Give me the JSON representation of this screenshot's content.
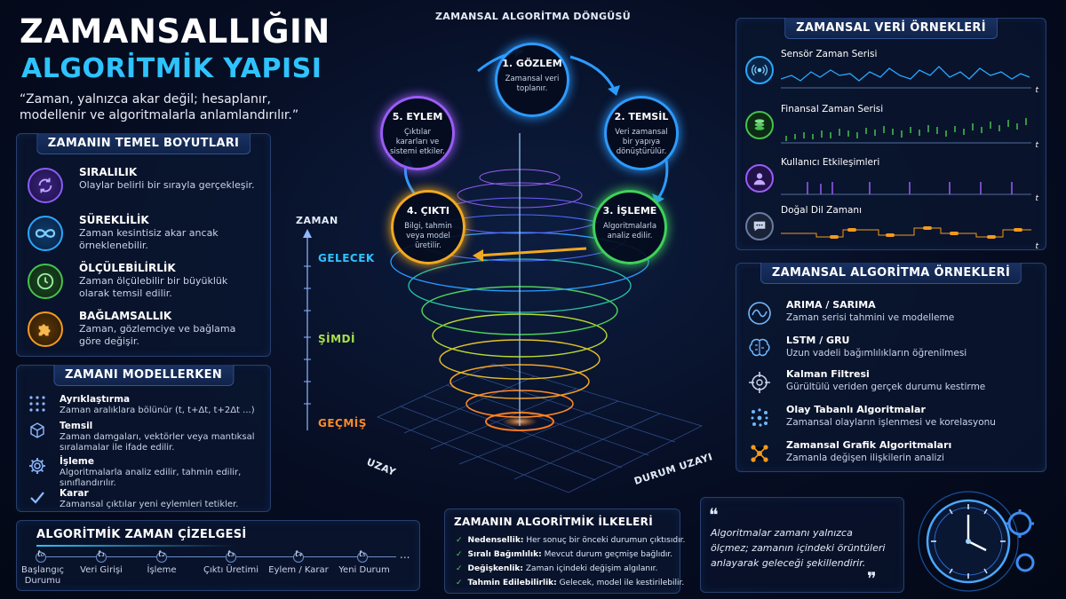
{
  "header": {
    "title_line1": "ZAMANSALLIĞIN",
    "title_line2": "ALGORİTMİK YAPISI",
    "subtitle": "“Zaman, yalnızca akar değil; hesaplanır, modellenir ve algoritmalarla anlamlandırılır.”"
  },
  "dimensions": {
    "heading": "ZAMANIN TEMEL BOYUTLARI",
    "items": [
      {
        "title": "SIRALILIK",
        "desc": "Olaylar belirli bir sırayla gerçekleşir.",
        "icon": "cycle-icon",
        "color": "#8a5cf6"
      },
      {
        "title": "SÜREKLİLİK",
        "desc": "Zaman kesintisiz akar ancak örneklenebilir.",
        "icon": "infinity-icon",
        "color": "#2aa7ff"
      },
      {
        "title": "ÖLÇÜLEBİLİRLİK",
        "desc": "Zaman ölçülebilir bir büyüklük olarak temsil edilir.",
        "icon": "clock-icon",
        "color": "#45c24e"
      },
      {
        "title": "BAĞLAMSALLIK",
        "desc": "Zaman, gözlemciye ve bağlama göre değişir.",
        "icon": "puzzle-icon",
        "color": "#f39a1e"
      }
    ]
  },
  "modeling": {
    "heading": "ZAMANI MODELLERKEN",
    "items": [
      {
        "title": "Ayrıklaştırma",
        "desc": "Zaman aralıklara bölünür (t, t+Δt, t+2Δt ...)",
        "icon": "grid-dots-icon"
      },
      {
        "title": "Temsil",
        "desc": "Zaman damgaları, vektörler veya mantıksal sıralamalar ile ifade edilir.",
        "icon": "cube-icon"
      },
      {
        "title": "İşleme",
        "desc": "Algoritmalarla analiz edilir, tahmin edilir, sınıflandırılır.",
        "icon": "gear-icon"
      },
      {
        "title": "Karar",
        "desc": "Zamansal çıktılar yeni eylemleri tetikler.",
        "icon": "checkmark-icon"
      }
    ]
  },
  "timeline": {
    "heading": "ALGORİTMİK ZAMAN ÇİZELGESİ",
    "nodes": [
      {
        "t": "t₀",
        "label": "Başlangıç Durumu"
      },
      {
        "t": "t₁",
        "label": "Veri Girişi"
      },
      {
        "t": "t₂",
        "label": "İşleme"
      },
      {
        "t": "t₃",
        "label": "Çıktı Üretimi"
      },
      {
        "t": "t₄",
        "label": "Eylem / Karar"
      },
      {
        "t": "t₅",
        "label": "Yeni Durum"
      }
    ],
    "ellipsis": "..."
  },
  "cycle": {
    "heading": "ZAMANSAL ALGORİTMA DÖNGÜSÜ",
    "steps": [
      {
        "title": "1. GÖZLEM",
        "desc": "Zamansal veri toplanır.",
        "color": "#2c9bff"
      },
      {
        "title": "2. TEMSİL",
        "desc": "Veri zamansal bir yapıya dönüştürülür.",
        "color": "#2c9bff"
      },
      {
        "title": "3. İŞLEME",
        "desc": "Algoritmalarla analiz edilir.",
        "color": "#3fd25b"
      },
      {
        "title": "4. ÇIKTI",
        "desc": "Bilgi, tahmin veya model üretilir.",
        "color": "#f2a91f"
      },
      {
        "title": "5. EYLEM",
        "desc": "Çıktılar kararları ve sistemi etkiler.",
        "color": "#9b5cf6"
      }
    ]
  },
  "axes": {
    "time": "ZAMAN",
    "future": "GELECEK",
    "present": "ŞİMDİ",
    "past": "GEÇMİŞ",
    "space": "UZAY",
    "state_space": "DURUM UZAYI"
  },
  "data_examples": {
    "heading": "ZAMANSAL VERİ ÖRNEKLERİ",
    "items": [
      {
        "title": "Sensör Zaman Serisi",
        "icon": "sensor-icon",
        "color": "#2aa7ff"
      },
      {
        "title": "Finansal Zaman Serisi",
        "icon": "coins-icon",
        "color": "#45c24e"
      },
      {
        "title": "Kullanıcı Etkileşimleri",
        "icon": "user-icon",
        "color": "#9b5cf6"
      },
      {
        "title": "Doğal Dil Zamanı",
        "icon": "chat-icon",
        "color": "#f39a1e"
      }
    ],
    "t_label": "t"
  },
  "algo_examples": {
    "heading": "ZAMANSAL ALGORİTMA ÖRNEKLERİ",
    "items": [
      {
        "title": "ARIMA / SARIMA",
        "desc": "Zaman serisi tahmini ve modelleme",
        "icon": "wave-icon"
      },
      {
        "title": "LSTM / GRU",
        "desc": "Uzun vadeli bağımlılıkların öğrenilmesi",
        "icon": "brain-icon"
      },
      {
        "title": "Kalman Filtresi",
        "desc": "Gürültülü veriden gerçek durumu kestirme",
        "icon": "crosshair-icon"
      },
      {
        "title": "Olay Tabanlı Algoritmalar",
        "desc": "Zamansal olayların işlenmesi ve korelasyonu",
        "icon": "event-dots-icon"
      },
      {
        "title": "Zamansal Grafik Algoritmaları",
        "desc": "Zamanla değişen ilişkilerin analizi",
        "icon": "graph-icon"
      }
    ]
  },
  "principles": {
    "heading": "ZAMANIN ALGORİTMİK İLKELERİ",
    "items": [
      {
        "term": "Nedensellik:",
        "text": "Her sonuç bir önceki durumun çıktısıdır."
      },
      {
        "term": "Sıralı Bağımlılık:",
        "text": "Mevcut durum geçmişe bağlıdır."
      },
      {
        "term": "Değişkenlik:",
        "text": "Zaman içindeki değişim algılanır."
      },
      {
        "term": "Tahmin Edilebilirlik:",
        "text": "Gelecek, model ile kestirilebilir."
      }
    ]
  },
  "quote": {
    "open_mark": "❝",
    "text": "Algoritmalar zamanı yalnızca ölçmez; zamanın içindeki örüntüleri anlayarak geleceği şekillendirir.",
    "close_mark": "❞"
  }
}
